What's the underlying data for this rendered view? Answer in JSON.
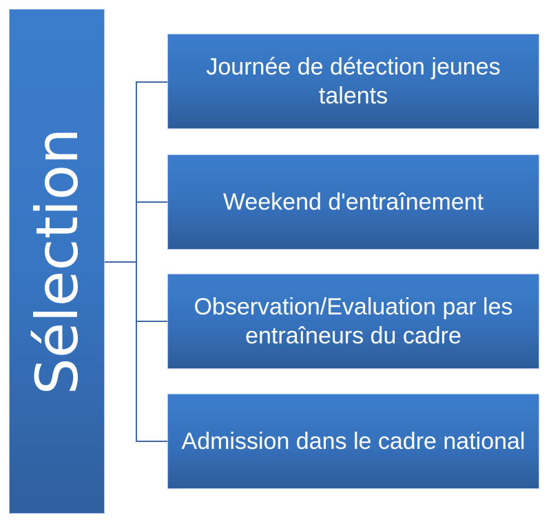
{
  "root": {
    "label": "Sélection"
  },
  "children": [
    {
      "label": "Journée de détection jeunes talents"
    },
    {
      "label": "Weekend d'entraînement"
    },
    {
      "label": "Observation/Evaluation par les entraîneurs du cadre"
    },
    {
      "label": "Admission dans le cadre national"
    }
  ],
  "colors": {
    "box": "#3b7dcc",
    "box_bottom": "#2d5c99",
    "connector": "#41689f",
    "text": "#ffffff"
  }
}
